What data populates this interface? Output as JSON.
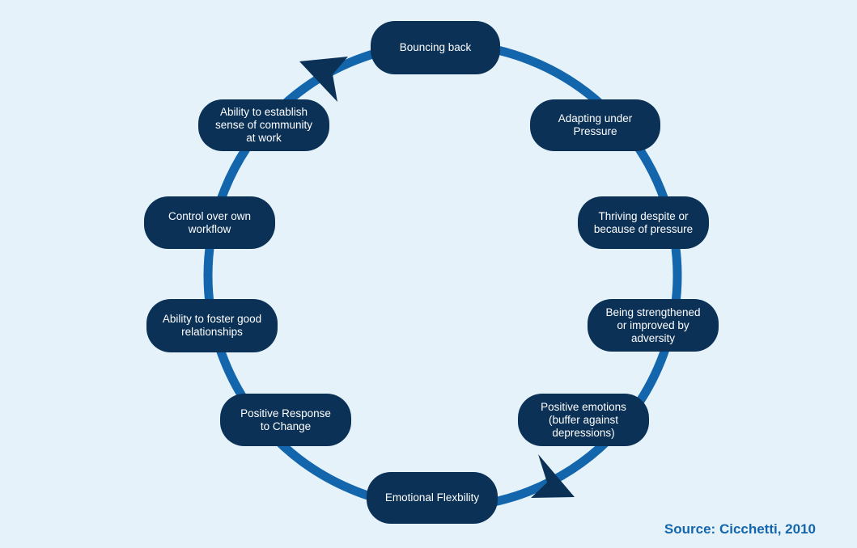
{
  "diagram": {
    "nodes": [
      "Bouncing back",
      "Adapting under\nPressure",
      "Thriving despite or\nbecause of pressure",
      "Being strengthened\nor improved by\nadversity",
      "Positive emotions\n(buffer against\ndepressions)",
      "Emotional Flexbility",
      "Positive Response\nto Change",
      "Ability to foster good\nrelationships",
      "Control over own\nworkflow",
      "Ability to establish\nsense of community\nat work"
    ],
    "colors": {
      "ring": "#1466ac",
      "node": "#0b3156",
      "arrow": "#0b3156"
    },
    "direction": "clockwise"
  },
  "source": "Source: Cicchetti, 2010"
}
